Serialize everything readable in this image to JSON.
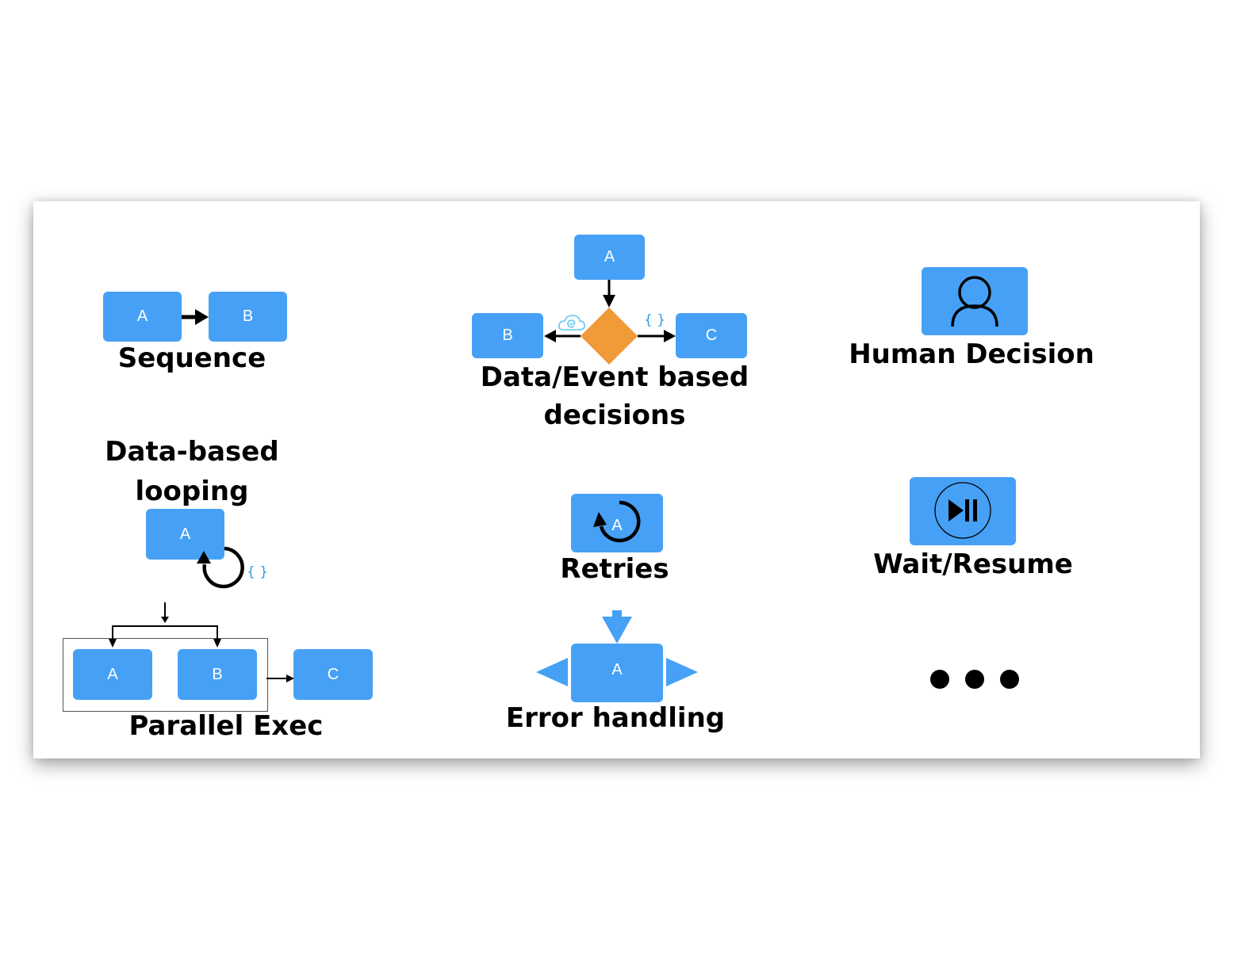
{
  "patterns": {
    "sequence": {
      "label": "Sequence",
      "nodes": [
        "A",
        "B"
      ]
    },
    "data_event_decisions": {
      "label_line1": "Data/Event based",
      "label_line2": "decisions",
      "nodes": [
        "A",
        "B",
        "C"
      ],
      "left_branch_icon": "cloud-event-icon",
      "right_branch_icon": "braces-data-icon",
      "right_branch_text": "{ }"
    },
    "human_decision": {
      "label": "Human Decision",
      "icon": "person-icon"
    },
    "data_looping": {
      "label_line1": "Data-based",
      "label_line2": "looping",
      "node": "A",
      "loop_text": "{ }"
    },
    "retries": {
      "label": "Retries",
      "node": "A",
      "icon": "retry-icon"
    },
    "wait_resume": {
      "label": "Wait/Resume",
      "icon": "play-pause-icon"
    },
    "parallel_exec": {
      "label": "Parallel Exec",
      "nodes": [
        "A",
        "B",
        "C"
      ]
    },
    "error_handling": {
      "label": "Error handling",
      "node": "A"
    },
    "more": {
      "icon": "ellipsis-icon"
    }
  },
  "colors": {
    "node_blue": "#46a1f6",
    "decision_orange": "#f09a38",
    "brace_blue": "#2a9be0",
    "cloud_blue": "#5fc8f0"
  }
}
